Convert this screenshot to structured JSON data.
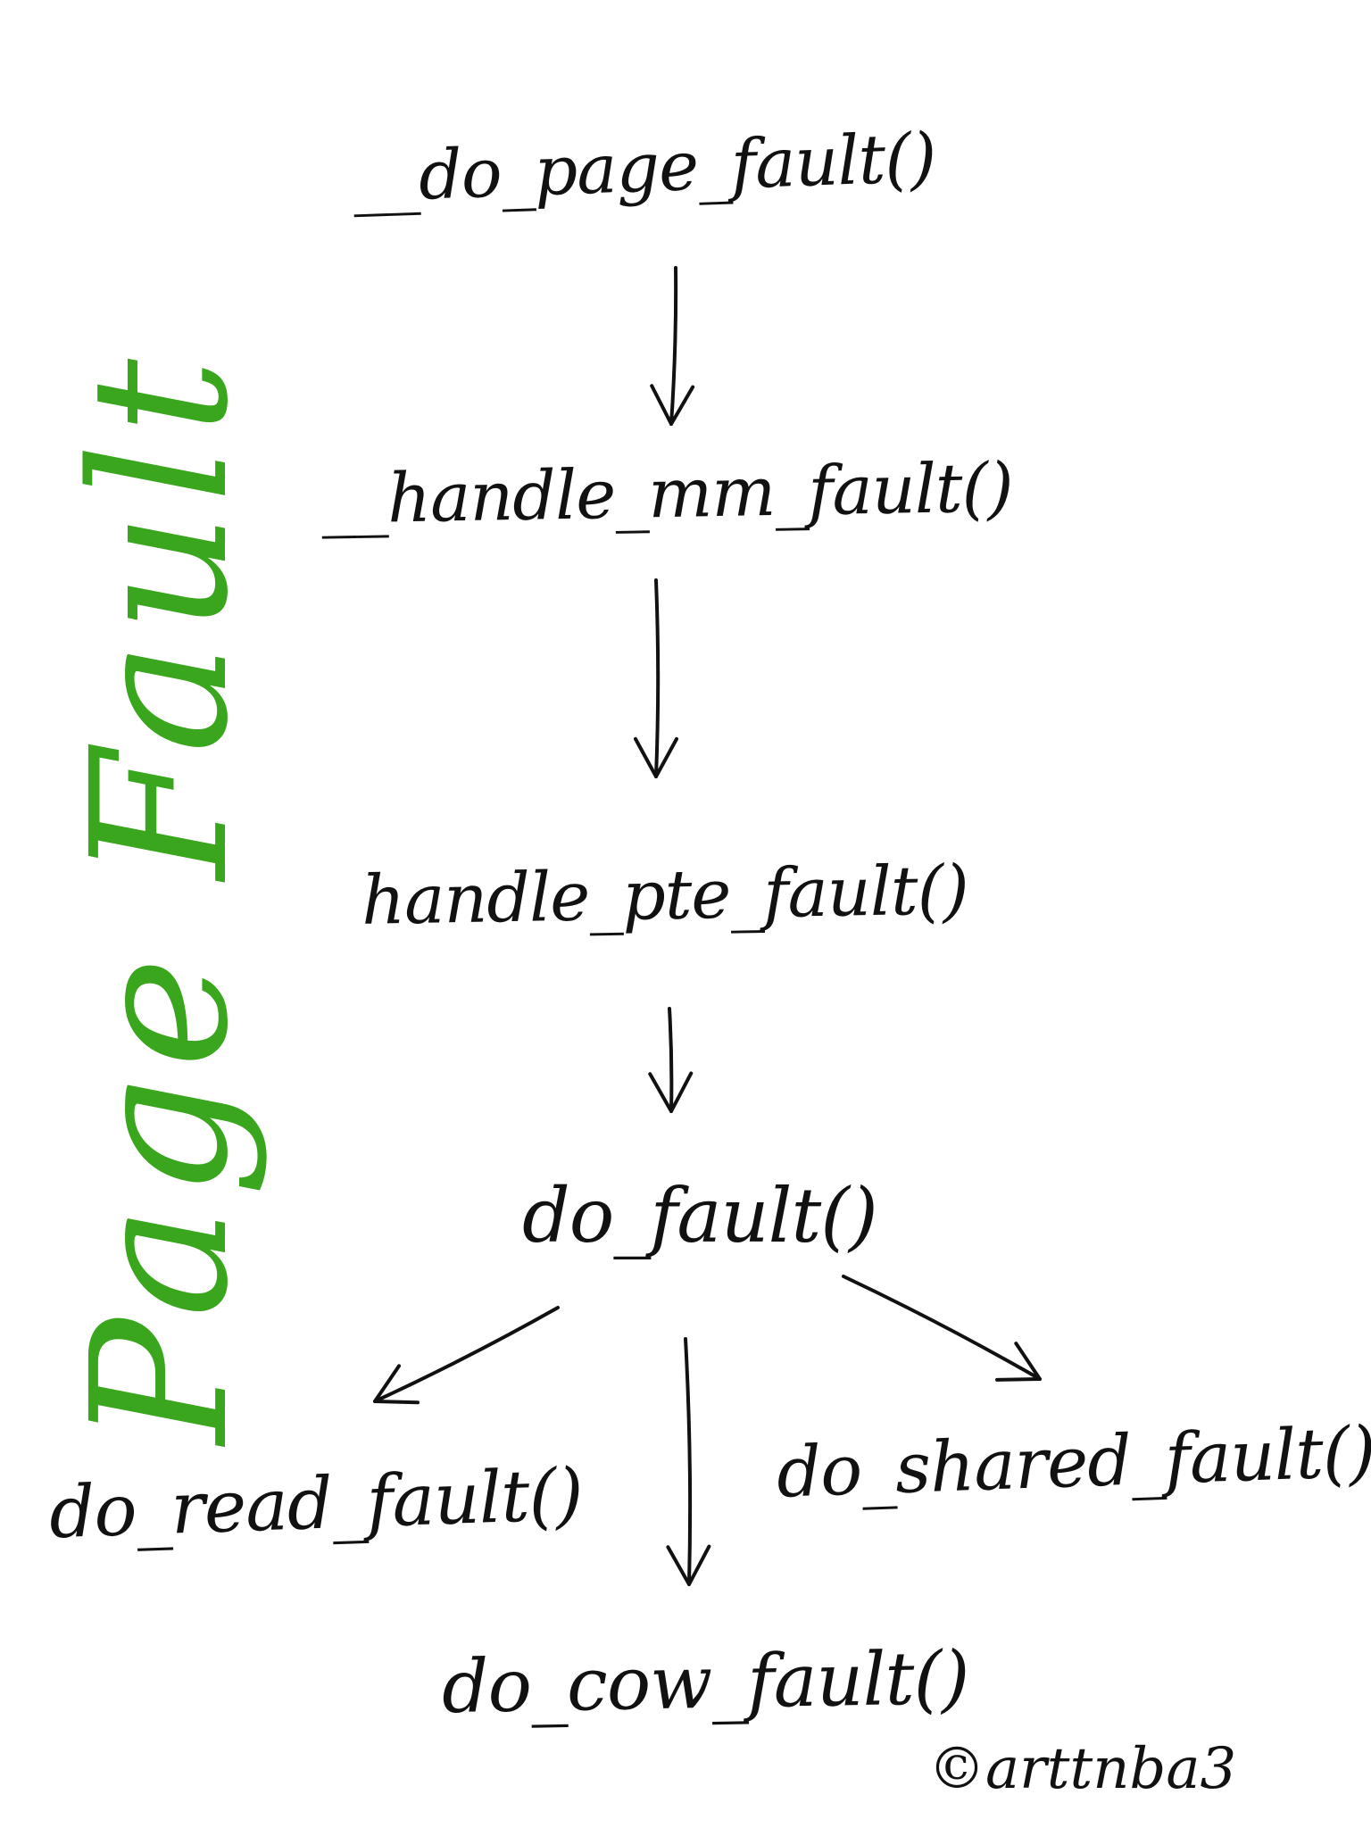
{
  "colors": {
    "ink": "#111111",
    "accent": "#3aa61e"
  },
  "title": {
    "text": "Page Fault"
  },
  "nodes": [
    {
      "id": "do-page-fault",
      "label": "__do_page_fault()"
    },
    {
      "id": "handle-mm-fault",
      "label": "__handle_mm_fault()"
    },
    {
      "id": "handle-pte-fault",
      "label": "handle_pte_fault()"
    },
    {
      "id": "do-fault",
      "label": "do_fault()"
    },
    {
      "id": "do-read-fault",
      "label": "do_read_fault()"
    },
    {
      "id": "do-shared-fault",
      "label": "do_shared_fault()"
    },
    {
      "id": "do-cow-fault",
      "label": "do_cow_fault()"
    }
  ],
  "edges": [
    {
      "from": "do-page-fault",
      "to": "handle-mm-fault"
    },
    {
      "from": "handle-mm-fault",
      "to": "handle-pte-fault"
    },
    {
      "from": "handle-pte-fault",
      "to": "do-fault"
    },
    {
      "from": "do-fault",
      "to": "do-read-fault"
    },
    {
      "from": "do-fault",
      "to": "do-cow-fault"
    },
    {
      "from": "do-fault",
      "to": "do-shared-fault"
    }
  ],
  "credit": {
    "text": "©arttnba3"
  }
}
